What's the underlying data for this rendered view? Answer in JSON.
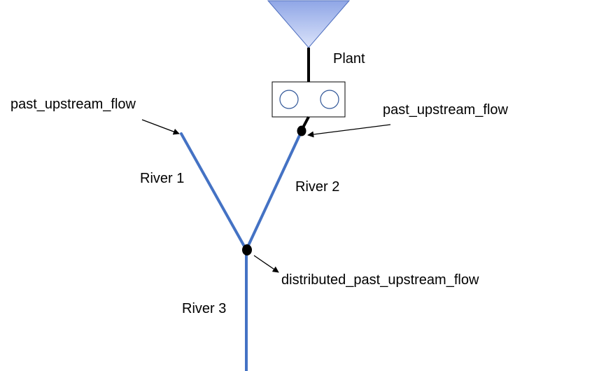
{
  "colors": {
    "river": "#4472c4",
    "reservoir_top": "#8fa6e6",
    "reservoir_bottom": "#dbe3fa",
    "reservoir_stroke": "#4f6fbf",
    "plant_turbine": "#2f5597",
    "connector": "#000000",
    "node": "#000000"
  },
  "labels": {
    "plant": "Plant",
    "river1": "River 1",
    "river2": "River 2",
    "river3": "River 3",
    "past_upstream_flow_left": "past_upstream_flow",
    "past_upstream_flow_right": "past_upstream_flow",
    "distributed_past_upstream_flow": "distributed_past_upstream_flow"
  },
  "icons": {
    "reservoir": "inverted-triangle-icon",
    "plant": "power-plant-icon",
    "node": "filled-circle-icon"
  }
}
